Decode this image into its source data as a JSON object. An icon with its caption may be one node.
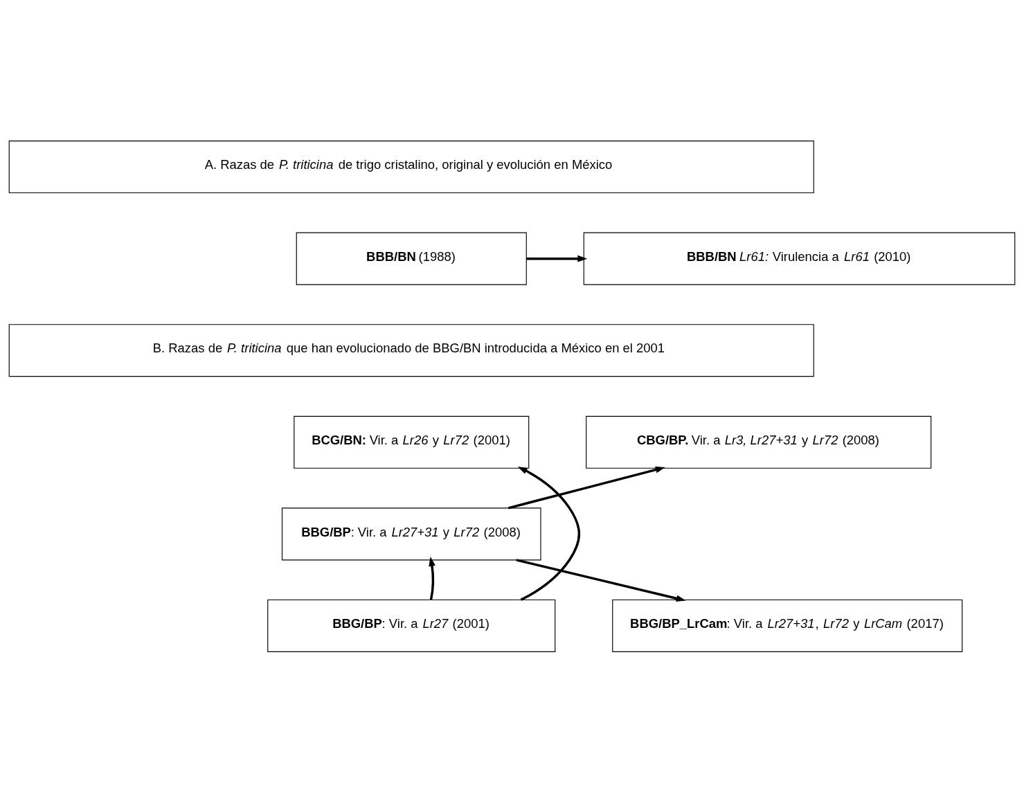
{
  "diagram": {
    "nodes": [
      {
        "text": [
          "A. Razas de *P. triticina* de trigo cristalino, original y evolución en México"
        ]
      },
      {
        "text": [
          "**BBB/BN** (1988)"
        ]
      },
      {
        "text": [
          "**BBB/BN** *Lr61:* Virulencia a *Lr61* (2010)"
        ]
      },
      {
        "text": [
          "B. Razas de *P. triticina* que han evolucionado de BBG/BN introducida a México en el 2001"
        ]
      },
      {
        "text": [
          "**BCG/BN:** Vir. a *Lr26* y *Lr72* (2001)"
        ]
      },
      {
        "text": [
          "**CBG/BP.** Vir. a *Lr3, Lr27+31* y *Lr72* (2008)"
        ]
      },
      {
        "text": [
          "**BBG/BP**: Vir. a *Lr27+31* y *Lr72* (2008)"
        ]
      },
      {
        "text": [
          "**BBG/BP**: Vir. a *Lr27* (2001)"
        ]
      },
      {
        "text": [
          "**BBG/BP_LrCam**: Vir. a *Lr27+31*, *Lr72* y *LrCam* (2017)"
        ]
      }
    ],
    "edges": [
      {
        "from": 1,
        "to": 2,
        "arrow": "to"
      },
      {
        "from": 7,
        "to": 4,
        "arrow": "to"
      },
      {
        "from": 7,
        "to": 6,
        "arrow": "to"
      },
      {
        "from": 6,
        "to": 5,
        "arrow": "to"
      },
      {
        "from": 6,
        "to": 8,
        "arrow": "to"
      }
    ]
  }
}
